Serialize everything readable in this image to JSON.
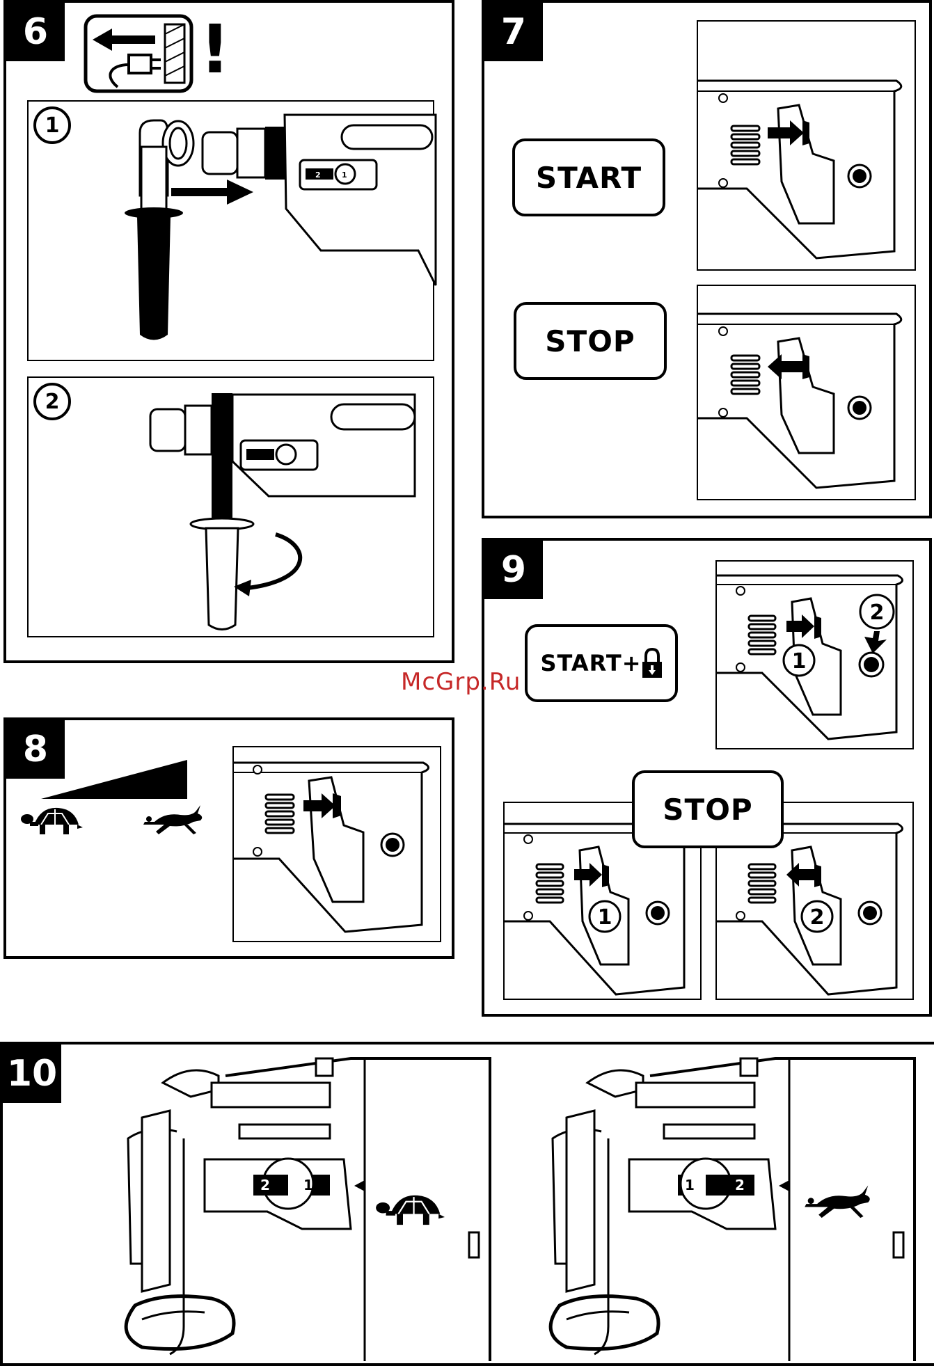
{
  "steps": {
    "s6": "6",
    "s7": "7",
    "s8": "8",
    "s9": "9",
    "s10": "10"
  },
  "sub_numbers": {
    "one": "1",
    "two": "2"
  },
  "buttons": {
    "start": "START",
    "stop": "STOP",
    "start_lock": "START+",
    "stop9": "STOP"
  },
  "dial": {
    "one": "1",
    "two": "2"
  },
  "icons": {
    "unplug": "unplug-warning-icon",
    "exclamation": "!",
    "tortoise": "tortoise-icon",
    "hare": "hare-icon",
    "lock": "padlock-icon"
  },
  "watermark": "McGrp.Ru",
  "colors": {
    "ink": "#000000",
    "paper": "#ffffff",
    "watermark": "#c62828"
  }
}
